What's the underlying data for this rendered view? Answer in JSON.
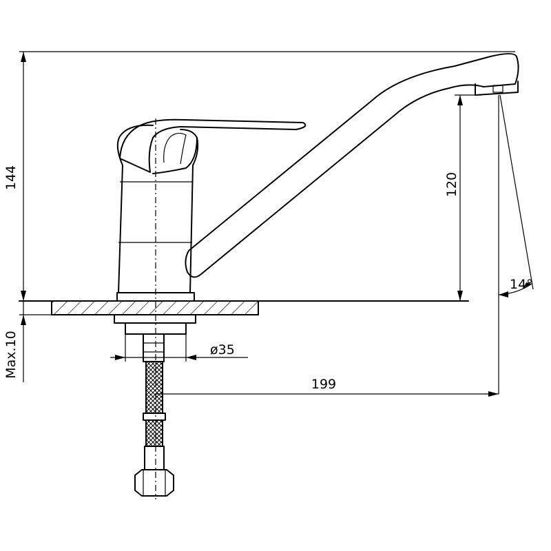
{
  "dimensions": {
    "total_height": "144",
    "spout_height": "120",
    "spout_angle": "14°",
    "spout_reach": "199",
    "base_diameter": "ø35",
    "max_counter_thickness": "Max.10"
  },
  "colors": {
    "line": "#000000",
    "background": "#ffffff"
  }
}
